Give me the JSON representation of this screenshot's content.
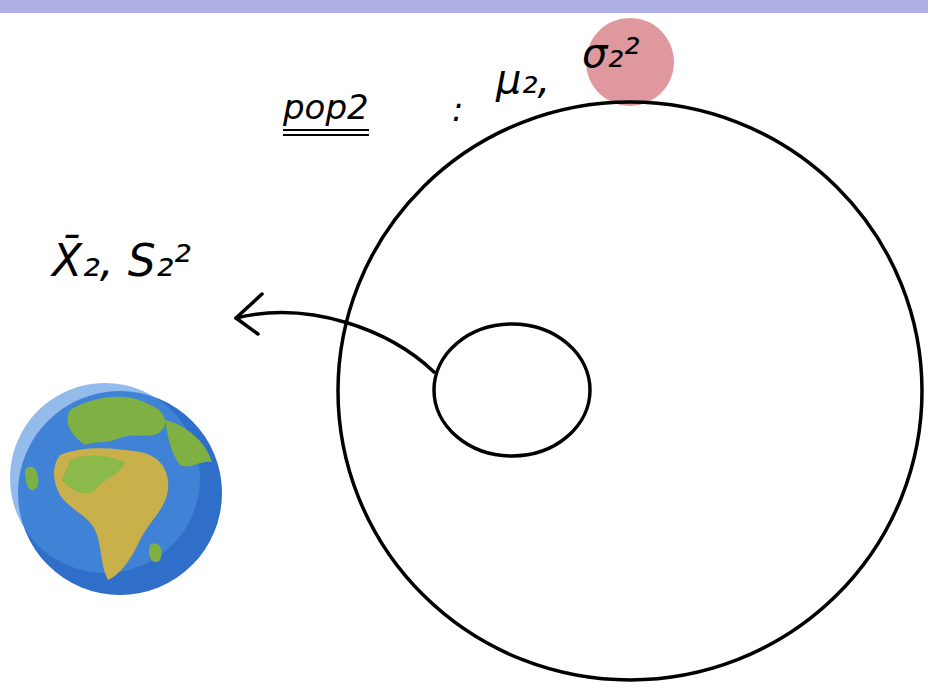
{
  "diagram": {
    "nodes": [
      {
        "text": [
          "pop2",
          ":",
          "μ₂,",
          "σ₂²"
        ]
      },
      {
        "text": [
          "X̄₂, S₂²"
        ],
        "in": 0
      }
    ]
  }
}
